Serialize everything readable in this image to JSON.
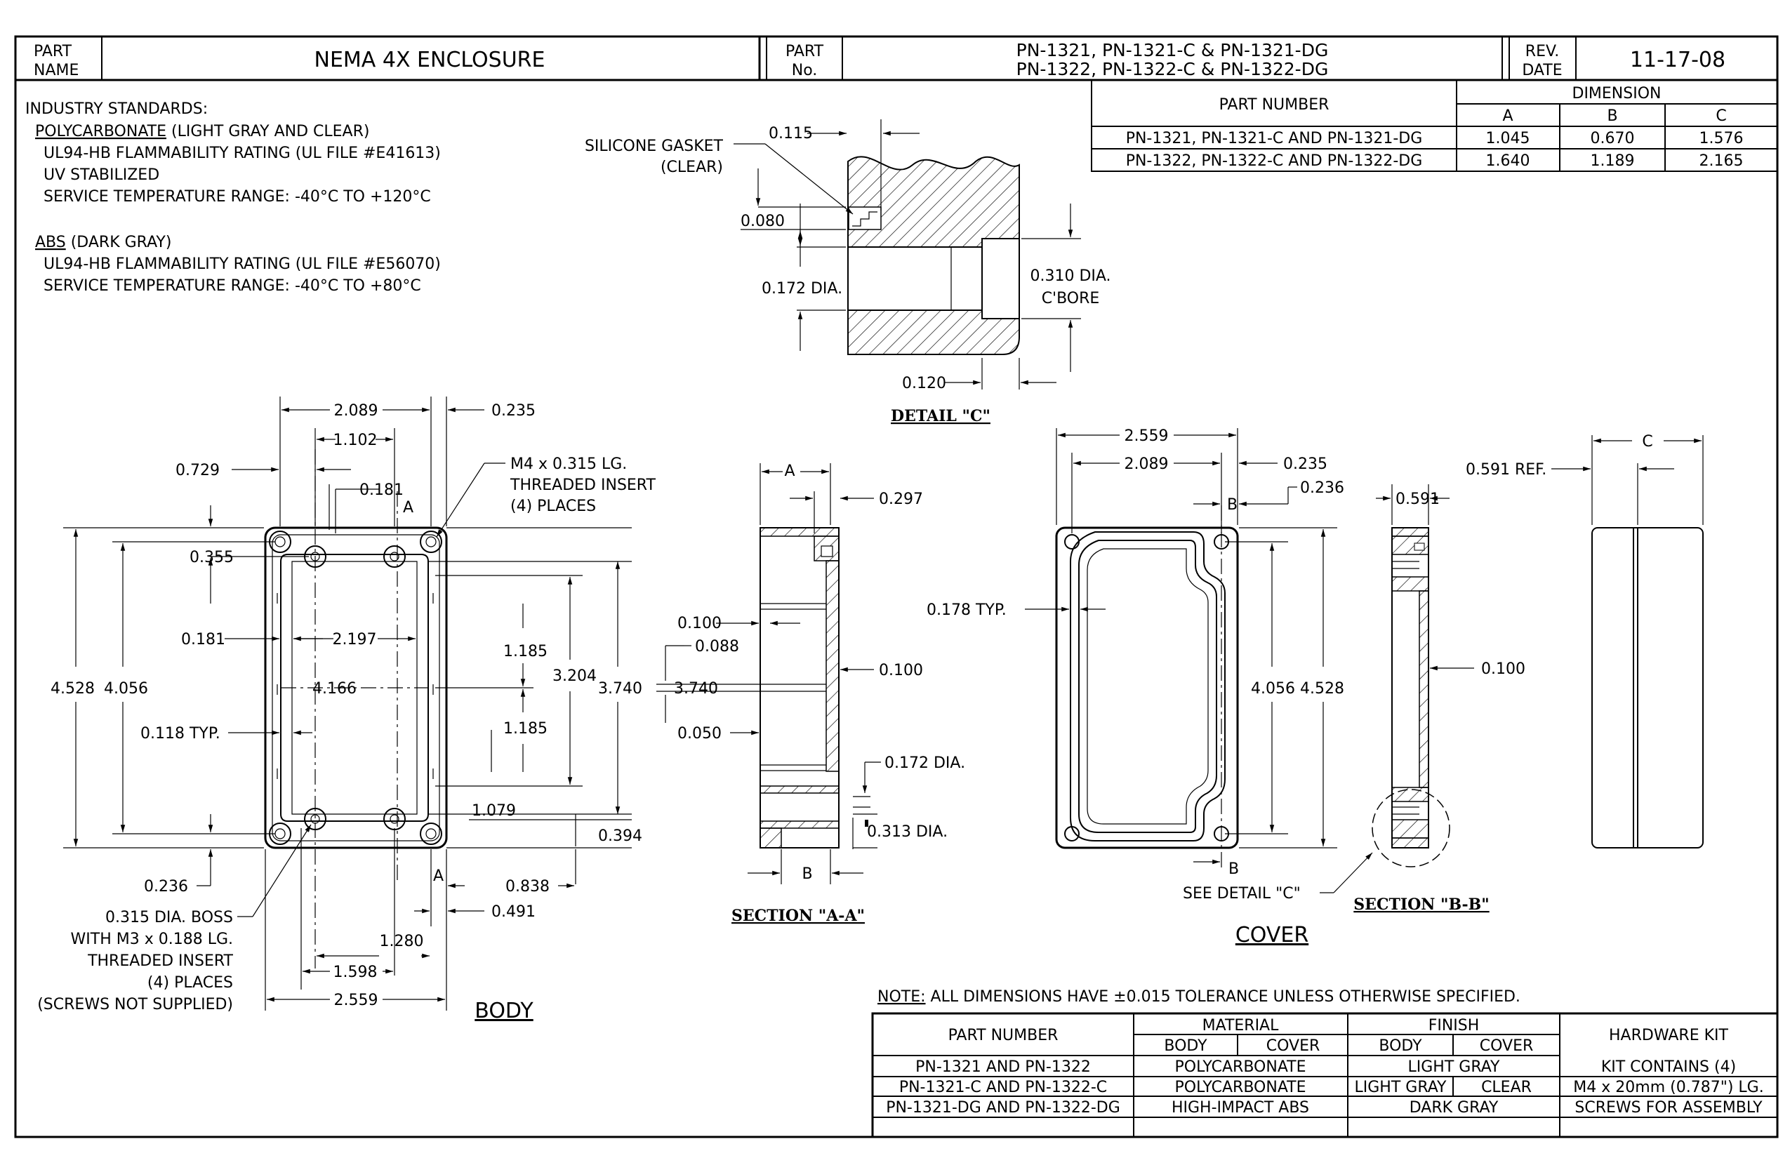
{
  "title_block": {
    "part_name_label": [
      "PART",
      "NAME"
    ],
    "part_name": "NEMA 4X ENCLOSURE",
    "part_no_label": [
      "PART",
      "No."
    ],
    "part_no_lines": [
      "PN-1321, PN-1321-C & PN-1321-DG",
      "PN-1322, PN-1322-C & PN-1322-DG"
    ],
    "rev_date_label": [
      "REV.",
      "DATE"
    ],
    "rev_date": "11-17-08"
  },
  "industry_standards": {
    "heading": "INDUSTRY STANDARDS:",
    "pc_name": "POLYCARBONATE",
    "pc_note": " (LIGHT GRAY AND CLEAR)",
    "pc_lines": [
      "UL94-HB FLAMMABILITY RATING (UL FILE #E41613)",
      "UV STABILIZED",
      "SERVICE TEMPERATURE RANGE:  -40°C TO +120°C"
    ],
    "abs_name": "ABS",
    "abs_note": " (DARK GRAY)",
    "abs_lines": [
      "UL94-HB FLAMMABILITY RATING (UL FILE #E56070)",
      "SERVICE TEMPERATURE RANGE:  -40°C TO +80°C"
    ]
  },
  "dimension_table": {
    "part_number_header": "PART NUMBER",
    "dimension_header": "DIMENSION",
    "columns": [
      "A",
      "B",
      "C"
    ],
    "rows": [
      {
        "part": "PN-1321, PN-1321-C AND PN-1321-DG",
        "values": [
          "1.045",
          "0.670",
          "1.576"
        ]
      },
      {
        "part": "PN-1322, PN-1322-C AND PN-1322-DG",
        "values": [
          "1.640",
          "1.189",
          "2.165"
        ]
      }
    ]
  },
  "detail_c": {
    "title": "DETAIL \"C\"",
    "gasket_label": [
      "SILICONE GASKET",
      "(CLEAR)"
    ],
    "dims": {
      "d0115": "0.115",
      "d0080": "0.080",
      "d0172": "0.172 DIA.",
      "d0310": [
        "0.310 DIA.",
        "C'BORE"
      ],
      "d0120": "0.120"
    }
  },
  "body_view": {
    "title": "BODY",
    "dims": {
      "d2089": "2.089",
      "d0235": "0.235",
      "d1102": "1.102",
      "d0729": "0.729",
      "d0181a": "0.181",
      "insert_note": [
        "M4 x 0.315 LG.",
        "THREADED INSERT",
        "(4) PLACES"
      ],
      "d0355": "0.355",
      "d0181b": "0.181",
      "d2197": "2.197",
      "d1185a": "1.185",
      "d3204": "3.204",
      "d3740": "3.740",
      "d4528": "4.528",
      "d4056": "4.056",
      "d4166": "4.166",
      "d0118": "0.118 TYP.",
      "d1185b": "1.185",
      "d1079": "1.079",
      "d0394": "0.394",
      "d0236": "0.236",
      "d0838": "0.838",
      "d0491": "0.491",
      "boss_note": [
        "0.315 DIA. BOSS",
        "WITH M3 x 0.188 LG.",
        "THREADED INSERT",
        "(4) PLACES",
        "(SCREWS NOT SUPPLIED)"
      ],
      "d1280": "1.280",
      "d1598": "1.598",
      "d2559": "2.559",
      "sec_a": "A"
    }
  },
  "section_aa": {
    "title": "SECTION \"A-A\"",
    "dims": {
      "dA": "A",
      "d0297": "0.297",
      "d0100a": "0.100",
      "d0088": "0.088",
      "d0100b": "0.100",
      "d0050": "0.050",
      "d0172": "0.172 DIA.",
      "d0313": "0.313 DIA.",
      "dB": "B"
    }
  },
  "cover_view": {
    "title": "COVER",
    "dims": {
      "d2559": "2.559",
      "d2089": "2.089",
      "d0235": "0.235",
      "d0236": "0.236",
      "d0178": "0.178 TYP.",
      "d4056": "4.056",
      "d4528": "4.528",
      "see_detail": "SEE DETAIL \"C\"",
      "sec_b": "B"
    }
  },
  "section_bb": {
    "title": "SECTION \"B-B\"",
    "dims": {
      "d0591ref": "0.591 REF.",
      "d0591": "0.591",
      "d0100": "0.100",
      "dC": "C"
    }
  },
  "note": {
    "label": "NOTE:",
    "text": "  ALL DIMENSIONS HAVE ±0.015 TOLERANCE UNLESS OTHERWISE SPECIFIED."
  },
  "material_table": {
    "part_number_header": "PART NUMBER",
    "material_header": "MATERIAL",
    "finish_header": "FINISH",
    "hardware_header": "HARDWARE KIT",
    "sub": [
      "BODY",
      "COVER",
      "BODY",
      "COVER"
    ],
    "rows": [
      {
        "part": "PN-1321 AND PN-1322",
        "material": "POLYCARBONATE",
        "finish": "LIGHT GRAY",
        "hardware": "KIT CONTAINS (4)"
      },
      {
        "part": "PN-1321-C AND PN-1322-C",
        "material": "POLYCARBONATE",
        "finish_body": "LIGHT GRAY",
        "finish_cover": "CLEAR",
        "hardware": "M4 x 20mm (0.787\") LG."
      },
      {
        "part": "PN-1321-DG AND PN-1322-DG",
        "material": "HIGH-IMPACT ABS",
        "finish": "DARK GRAY",
        "hardware": "SCREWS FOR ASSEMBLY"
      }
    ]
  }
}
